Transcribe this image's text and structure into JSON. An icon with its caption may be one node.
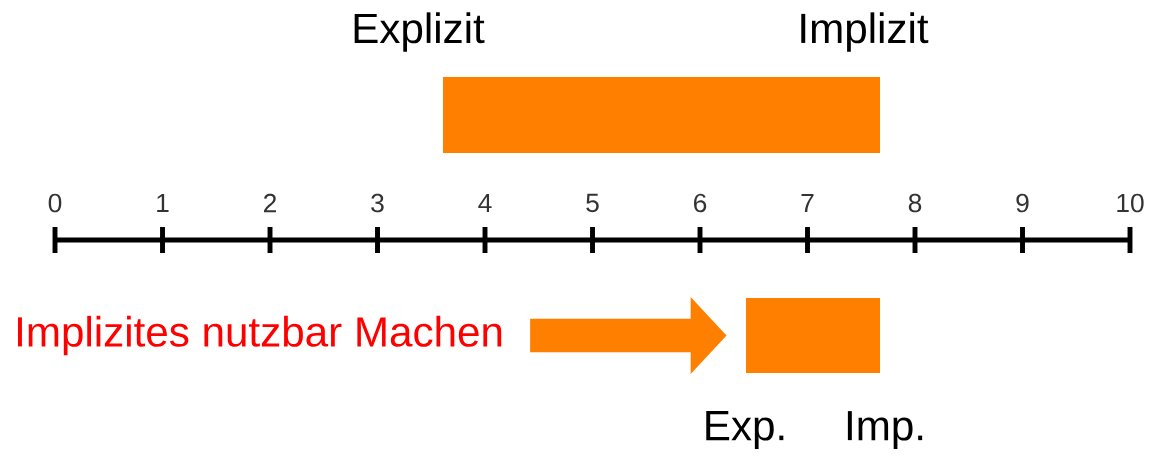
{
  "diagram": {
    "nodes": [
      {
        "text": [
          "Explizit",
          "Implizit"
        ]
      },
      {
        "text": [
          "Implizites nutzbar Machen"
        ]
      },
      {
        "text": [
          "Exp.",
          "Imp."
        ]
      }
    ],
    "edges": [
      {
        "from": 1,
        "to": 2,
        "arrow": "to",
        "color": "#ff8000"
      }
    ],
    "labels": [
      "0",
      "1",
      "2",
      "3",
      "4",
      "5",
      "6",
      "7",
      "8",
      "9",
      "10"
    ]
  }
}
